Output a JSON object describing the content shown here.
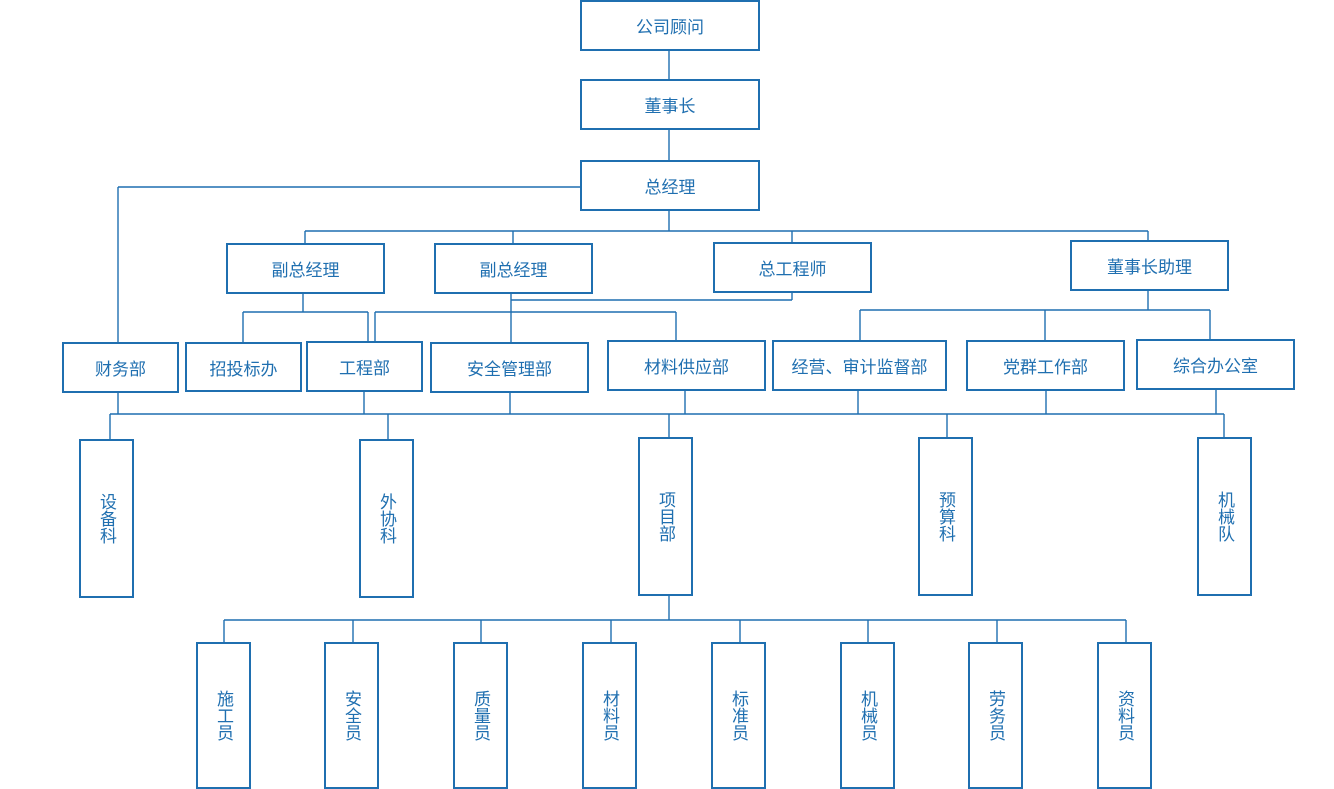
{
  "org_chart": {
    "advisor": "公司顾问",
    "chairman": "董事长",
    "general_manager": "总经理",
    "deputy_gm_1": "副总经理",
    "deputy_gm_2": "副总经理",
    "chief_engineer": "总工程师",
    "chairman_assistant": "董事长助理",
    "finance_dept": "财务部",
    "bidding_office": "招投标办",
    "engineering_dept": "工程部",
    "safety_dept": "安全管理部",
    "materials_dept": "材料供应部",
    "audit_dept": "经营、审计监督部",
    "party_dept": "党群工作部",
    "general_office": "综合办公室",
    "equipment_section": "设备科",
    "outsourcing_section": "外协科",
    "project_dept": "项目部",
    "budget_section": "预算科",
    "machinery_team": "机械队",
    "construction_staff": "施工员",
    "safety_staff": "安全员",
    "quality_staff": "质量员",
    "materials_staff": "材料员",
    "standards_staff": "标准员",
    "machinery_staff": "机械员",
    "labor_staff": "劳务员",
    "records_staff": "资料员"
  },
  "colors": {
    "line": "#1f6fb0",
    "text": "#1f6fb0",
    "background": "#ffffff"
  }
}
